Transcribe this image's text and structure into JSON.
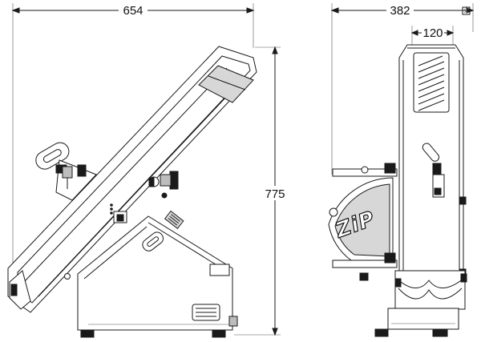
{
  "dimensions": {
    "side_width": "654",
    "front_width": "382",
    "front_detail": "120",
    "height": "775"
  },
  "logo": "ZiP",
  "icons": [
    "close-icon"
  ]
}
